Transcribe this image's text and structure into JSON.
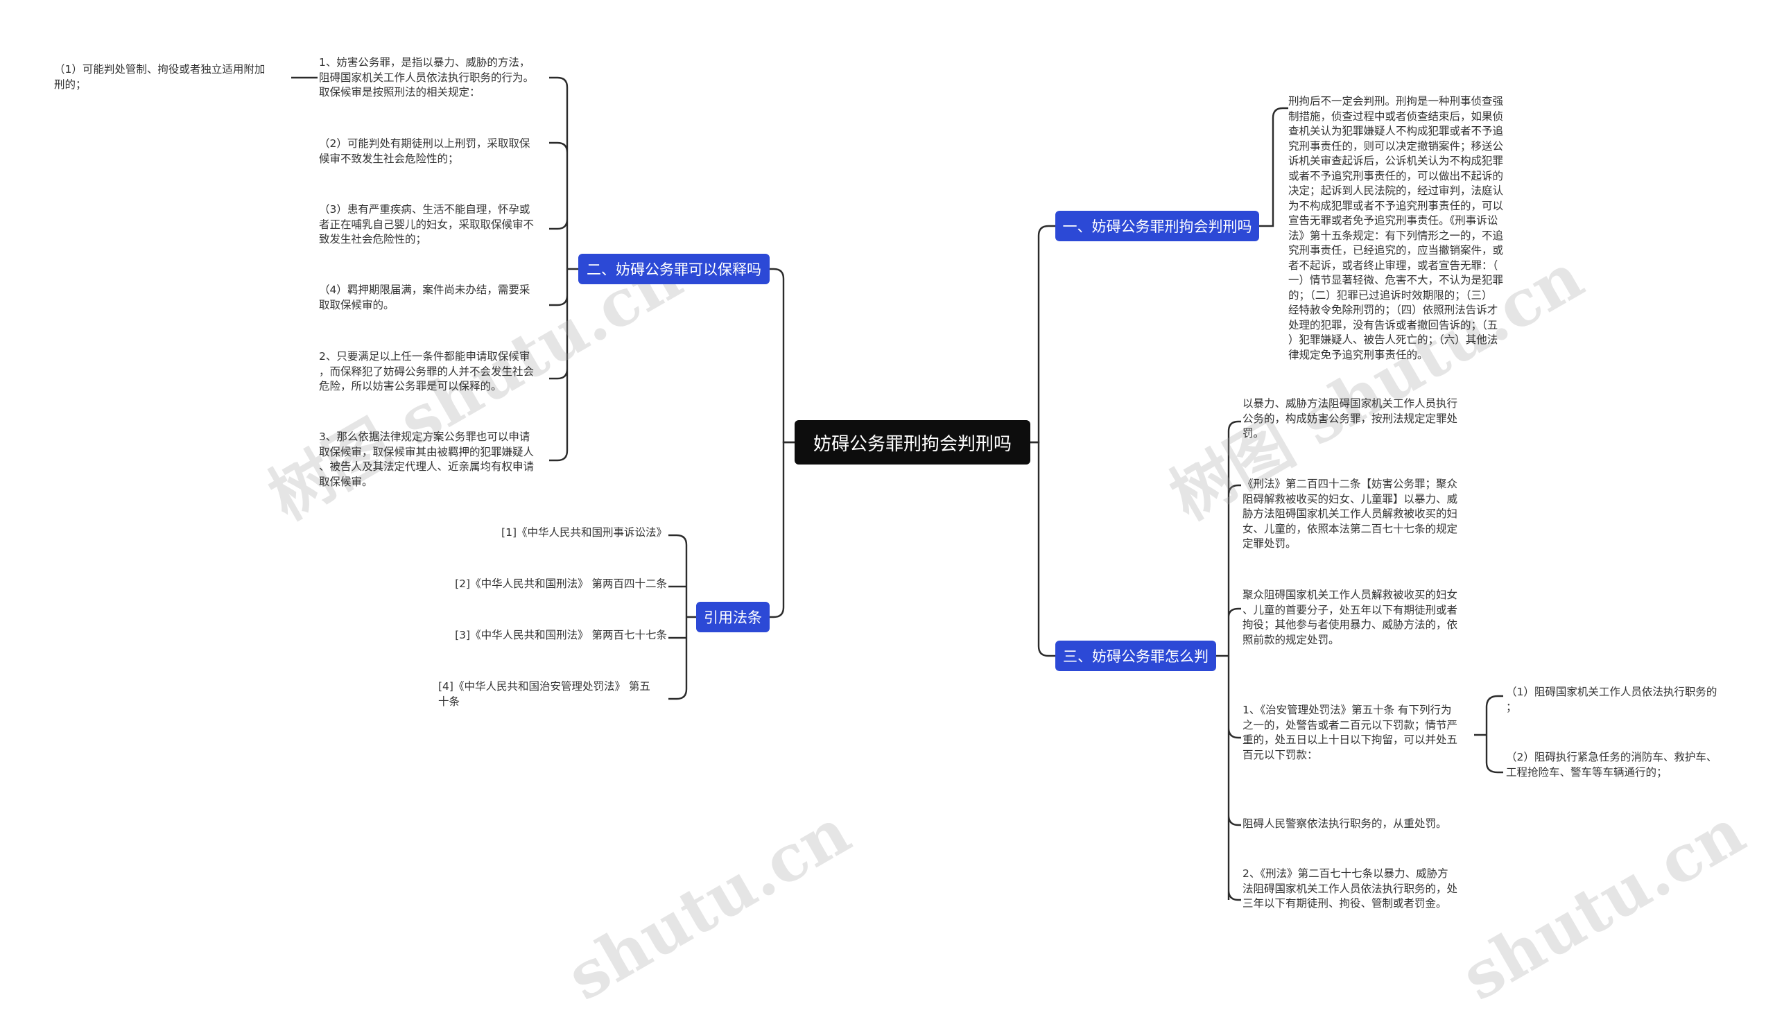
{
  "root": {
    "label": "妨碍公务罪刑拘会判刑吗"
  },
  "topics": {
    "t1": "一、妨碍公务罪刑拘会判刑吗",
    "t2": "二、妨碍公务罪可以保释吗",
    "t3": "三、妨碍公务罪怎么判",
    "t4": "引用法条"
  },
  "t1_leaves": [
    "刑拘后不一定会判刑。刑拘是一种刑事侦查强\n制措施，侦查过程中或者侦查结束后，如果侦\n查机关认为犯罪嫌疑人不构成犯罪或者不予追\n究刑事责任的，则可以决定撤销案件；移送公\n诉机关审查起诉后，公诉机关认为不构成犯罪\n或者不予追究刑事责任的，可以做出不起诉的\n决定；起诉到人民法院的，经过审判，法庭认\n为不构成犯罪或者不予追究刑事责任的，可以\n宣告无罪或者免予追究刑事责任。《刑事诉讼\n法》第十五条规定：有下列情形之一的，不追\n究刑事责任，已经追究的，应当撤销案件，或\n者不起诉，或者终止审理，或者宣告无罪：（\n一）情节显著轻微、危害不大，不认为是犯罪\n的；（二）犯罪已过追诉时效期限的；（三）\n经特赦令免除刑罚的；（四）依照刑法告诉才\n处理的犯罪，没有告诉或者撤回告诉的；（五\n）犯罪嫌疑人、被告人死亡的；（六）其他法\n律规定免予追究刑事责任的。"
  ],
  "t2_leaves": [
    "1、妨害公务罪，是指以暴力、威胁的方法，\n阻碍国家机关工作人员依法执行职务的行为。\n取保候审是按照刑法的相关规定：",
    "（2）可能判处有期徒刑以上刑罚，采取取保\n候审不致发生社会危险性的；",
    "（3）患有严重疾病、生活不能自理，怀孕或\n者正在哺乳自己婴儿的妇女，采取取保候审不\n致发生社会危险性的；",
    "（4）羁押期限届满，案件尚未办结，需要采\n取取保候审的。",
    "2、只要满足以上任一条件都能申请取保候审\n，而保释犯了妨碍公务罪的人并不会发生社会\n危险，所以妨害公务罪是可以保释的。",
    "3、那么依据法律规定方案公务罪也可以申请\n取保候审，取保候审其由被羁押的犯罪嫌疑人\n、被告人及其法定代理人、近亲属均有权申请\n取保候审。"
  ],
  "t2_sub": "（1）可能判处管制、拘役或者独立适用附加\n刑的；",
  "t3_leaves": [
    "以暴力、威胁方法阻碍国家机关工作人员执行\n公务的，构成妨害公务罪，按刑法规定定罪处\n罚。",
    "《刑法》第二百四十二条【妨害公务罪；聚众\n阻碍解救被收买的妇女、儿童罪】以暴力、威\n胁方法阻碍国家机关工作人员解救被收买的妇\n女、儿童的，依照本法第二百七十七条的规定\n定罪处罚。",
    "聚众阻碍国家机关工作人员解救被收买的妇女\n、儿童的首要分子，处五年以下有期徒刑或者\n拘役；其他参与者使用暴力、威胁方法的，依\n照前款的规定处罚。",
    "1、《治安管理处罚法》第五十条 有下列行为\n之一的，处警告或者二百元以下罚款；情节严\n重的，处五日以上十日以下拘留，可以并处五\n百元以下罚款：",
    "阻碍人民警察依法执行职务的，从重处罚。",
    "2、《刑法》第二百七十七条以暴力、威胁方\n法阻碍国家机关工作人员依法执行职务的，处\n三年以下有期徒刑、拘役、管制或者罚金。"
  ],
  "t3_sub": [
    "（1）阻碍国家机关工作人员依法执行职务的\n；",
    "（2）阻碍执行紧急任务的消防车、救护车、\n工程抢险车、警车等车辆通行的；"
  ],
  "t4_leaves": [
    "[1]《中华人民共和国刑事诉讼法》",
    "[2]《中华人民共和国刑法》 第两百四十二条",
    "[3]《中华人民共和国刑法》 第两百七十七条",
    "[4]《中华人民共和国治安管理处罚法》 第五\n十条"
  ],
  "watermarks": [
    "树图 shutu.cn",
    "树图 shutu.cn",
    "shutu.cn",
    "shutu.cn"
  ]
}
